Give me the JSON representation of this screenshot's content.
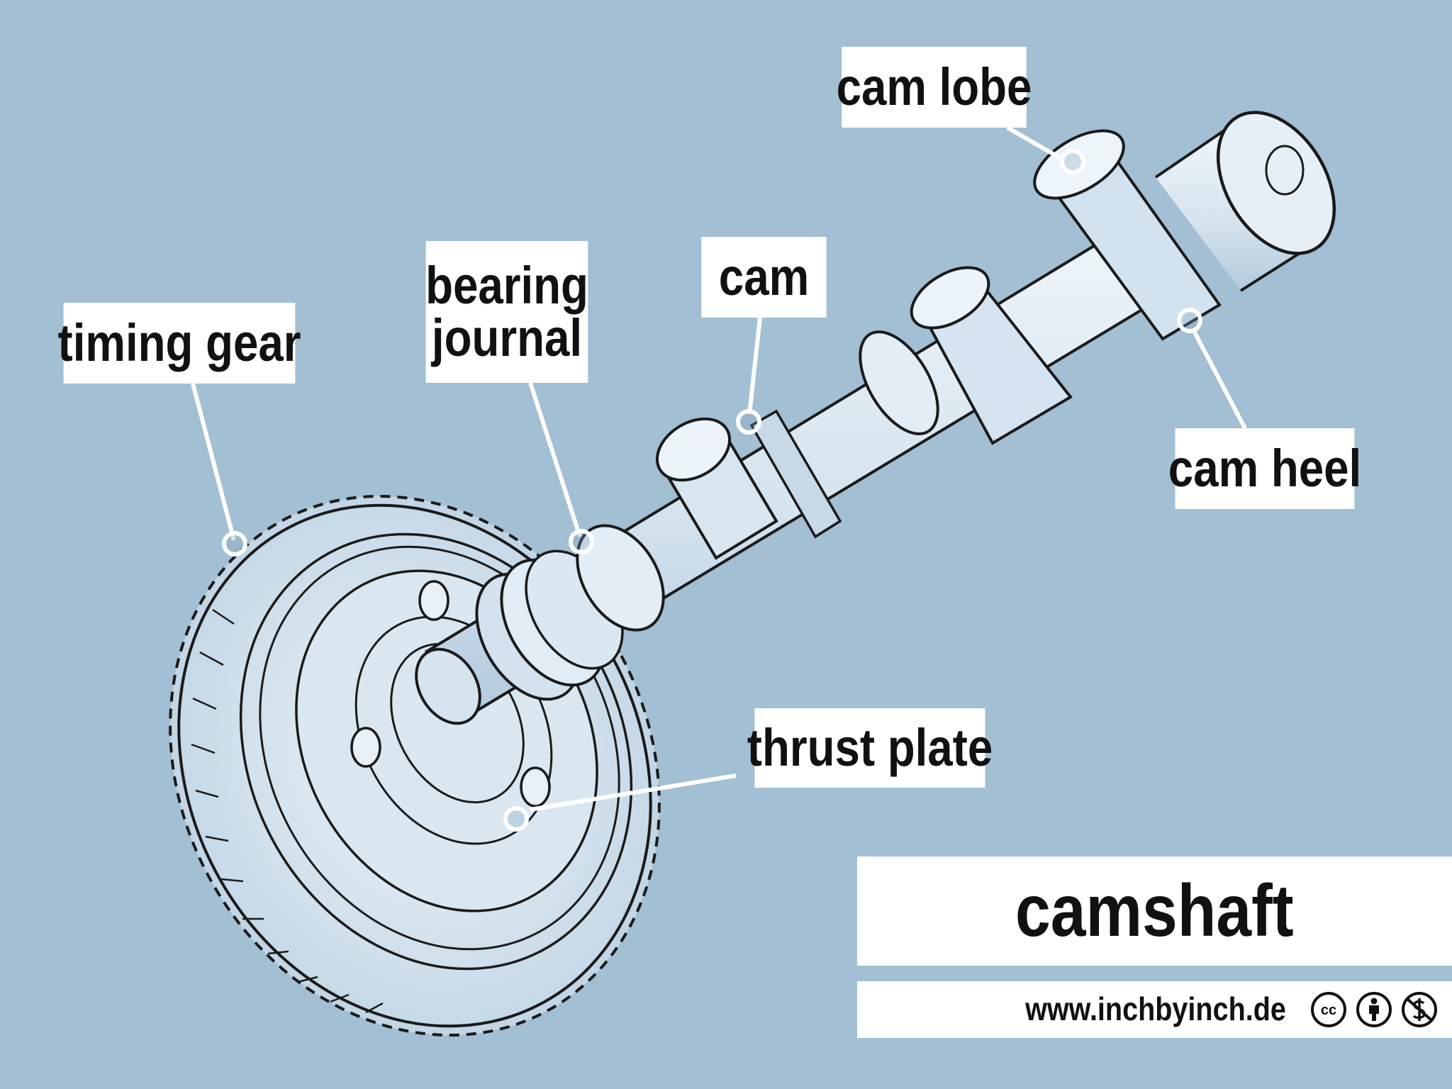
{
  "title": "camshaft",
  "website": "www.inchbyinch.de",
  "labels": {
    "timing_gear": "timing gear",
    "bearing_journal_line1": "bearing",
    "bearing_journal_line2": "journal",
    "cam": "cam",
    "cam_lobe": "cam lobe",
    "cam_heel": "cam heel",
    "thrust_plate": "thrust plate"
  },
  "license_icons": [
    "creative-commons-icon",
    "attribution-icon",
    "non-commercial-icon"
  ],
  "license_glyphs": {
    "cc": "cc"
  },
  "colors": {
    "background": "#a2bfd3",
    "label_background": "#ffffff",
    "part_fill": "#dbe8f2",
    "part_shade": "#b7cfe0",
    "outline": "#1a1a1a",
    "leader": "#ffffff"
  }
}
